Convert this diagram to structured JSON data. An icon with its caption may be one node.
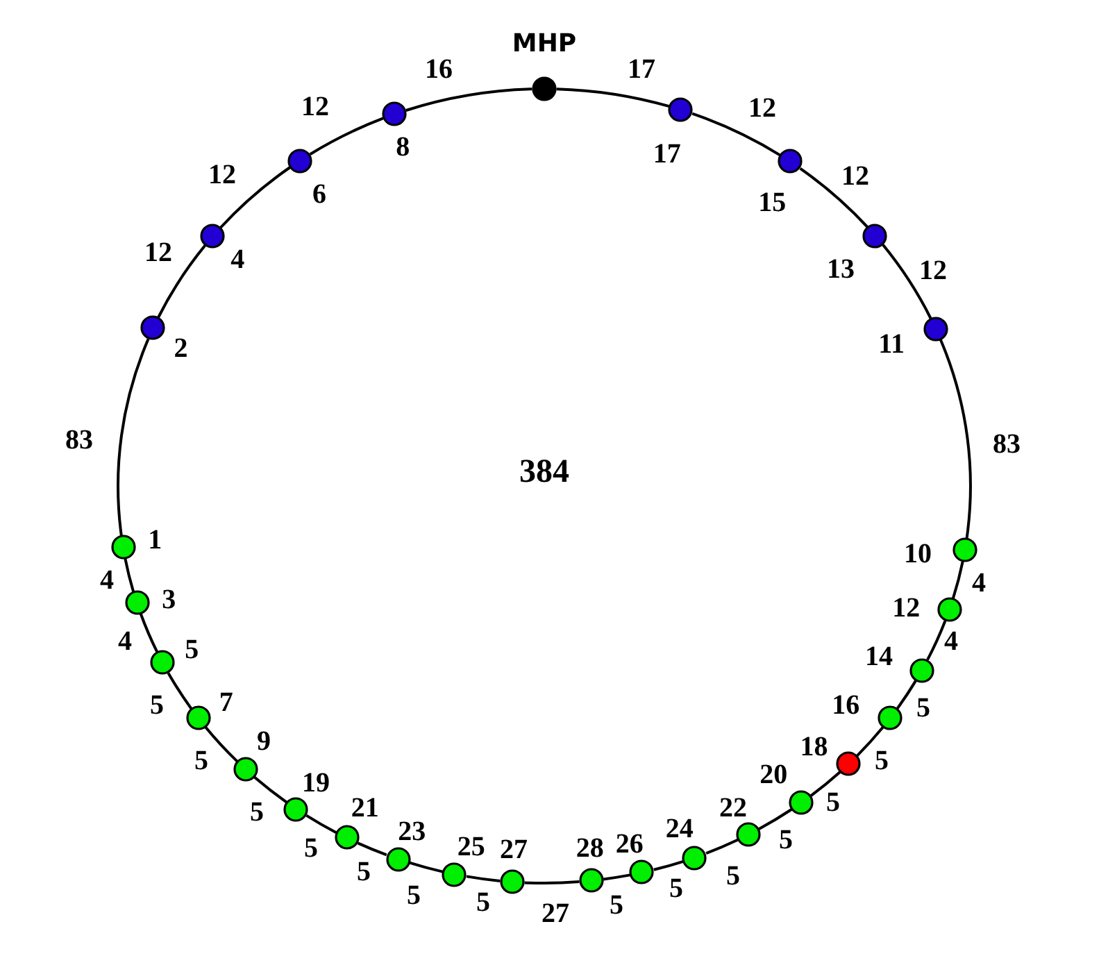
{
  "diagram": {
    "nodes": [
      {
        "text": [
          "MHP"
        ]
      },
      {
        "text": [
          "17"
        ]
      },
      {
        "text": [
          "15"
        ]
      },
      {
        "text": [
          "13"
        ]
      },
      {
        "text": [
          "11"
        ]
      },
      {
        "text": [
          "10"
        ]
      },
      {
        "text": [
          "12"
        ]
      },
      {
        "text": [
          "14"
        ]
      },
      {
        "text": [
          "16"
        ]
      },
      {
        "text": [
          "18"
        ]
      },
      {
        "text": [
          "20"
        ]
      },
      {
        "text": [
          "22"
        ]
      },
      {
        "text": [
          "24"
        ]
      },
      {
        "text": [
          "26"
        ]
      },
      {
        "text": [
          "28"
        ]
      },
      {
        "text": [
          "27"
        ]
      },
      {
        "text": [
          "25"
        ]
      },
      {
        "text": [
          "23"
        ]
      },
      {
        "text": [
          "21"
        ]
      },
      {
        "text": [
          "19"
        ]
      },
      {
        "text": [
          "9"
        ]
      },
      {
        "text": [
          "7"
        ]
      },
      {
        "text": [
          "5"
        ]
      },
      {
        "text": [
          "3"
        ]
      },
      {
        "text": [
          "1"
        ]
      },
      {
        "text": [
          "2"
        ]
      },
      {
        "text": [
          "4"
        ]
      },
      {
        "text": [
          "6"
        ]
      },
      {
        "text": [
          "8"
        ]
      }
    ],
    "edges": [
      {
        "from": 0,
        "to": 1,
        "arrow": "none",
        "label": "17"
      },
      {
        "from": 1,
        "to": 2,
        "arrow": "none",
        "label": "12"
      },
      {
        "from": 2,
        "to": 3,
        "arrow": "none",
        "label": "12"
      },
      {
        "from": 3,
        "to": 4,
        "arrow": "none",
        "label": "12"
      },
      {
        "from": 4,
        "to": 5,
        "arrow": "none",
        "label": "83"
      },
      {
        "from": 5,
        "to": 6,
        "arrow": "none",
        "label": "4"
      },
      {
        "from": 6,
        "to": 7,
        "arrow": "none",
        "label": "4"
      },
      {
        "from": 7,
        "to": 8,
        "arrow": "none",
        "label": "5"
      },
      {
        "from": 8,
        "to": 9,
        "arrow": "none",
        "label": "5"
      },
      {
        "from": 9,
        "to": 10,
        "arrow": "none",
        "label": "5"
      },
      {
        "from": 10,
        "to": 11,
        "arrow": "none",
        "label": "5"
      },
      {
        "from": 11,
        "to": 12,
        "arrow": "none",
        "label": "5"
      },
      {
        "from": 12,
        "to": 13,
        "arrow": "none",
        "label": "5"
      },
      {
        "from": 13,
        "to": 14,
        "arrow": "none",
        "label": "5"
      },
      {
        "from": 14,
        "to": 15,
        "arrow": "none",
        "label": "27"
      },
      {
        "from": 15,
        "to": 16,
        "arrow": "none",
        "label": "5"
      },
      {
        "from": 16,
        "to": 17,
        "arrow": "none",
        "label": "5"
      },
      {
        "from": 17,
        "to": 18,
        "arrow": "none",
        "label": "5"
      },
      {
        "from": 18,
        "to": 19,
        "arrow": "none",
        "label": "5"
      },
      {
        "from": 19,
        "to": 20,
        "arrow": "none",
        "label": "5"
      },
      {
        "from": 20,
        "to": 21,
        "arrow": "none",
        "label": "5"
      },
      {
        "from": 21,
        "to": 22,
        "arrow": "none",
        "label": "5"
      },
      {
        "from": 22,
        "to": 23,
        "arrow": "none",
        "label": "4"
      },
      {
        "from": 23,
        "to": 24,
        "arrow": "none",
        "label": "4"
      },
      {
        "from": 24,
        "to": 25,
        "arrow": "none",
        "label": "83"
      },
      {
        "from": 25,
        "to": 26,
        "arrow": "none",
        "label": "12"
      },
      {
        "from": 26,
        "to": 27,
        "arrow": "none",
        "label": "12"
      },
      {
        "from": 27,
        "to": 28,
        "arrow": "none",
        "label": "12"
      },
      {
        "from": 28,
        "to": 0,
        "arrow": "none",
        "label": "16"
      }
    ],
    "labels": [
      "384"
    ]
  }
}
